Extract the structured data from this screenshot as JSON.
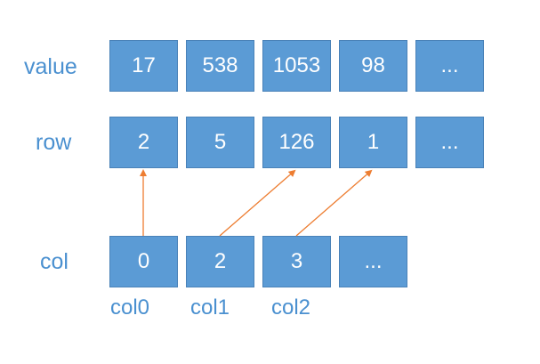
{
  "labels": {
    "value": "value",
    "row": "row",
    "col": "col"
  },
  "value_cells": [
    "17",
    "538",
    "1053",
    "98",
    "..."
  ],
  "row_cells": [
    "2",
    "5",
    "126",
    "1",
    "..."
  ],
  "col_cells": [
    "0",
    "2",
    "3",
    "..."
  ],
  "col_captions": [
    "col0",
    "col1",
    "col2"
  ],
  "colors": {
    "cell_fill": "#5b9bd5",
    "label_text": "#4a90d0",
    "arrow": "#ed7d31"
  }
}
